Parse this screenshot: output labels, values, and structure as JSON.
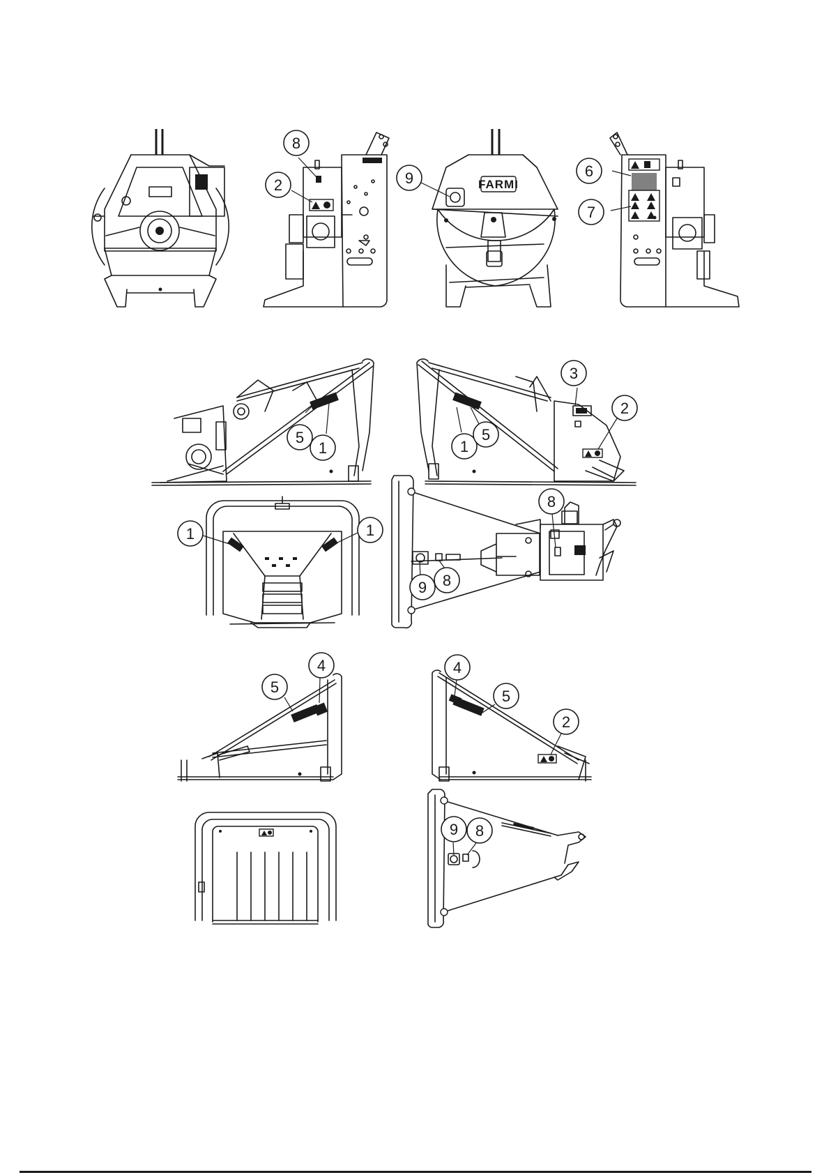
{
  "brand_mark": "FARMI",
  "callouts": {
    "v2_8": "8",
    "v2_2": "2",
    "v3_9": "9",
    "v4_6": "6",
    "v4_7": "7",
    "v5_5": "5",
    "v5_1": "1",
    "v6_1": "1",
    "v6_5": "5",
    "v6_3": "3",
    "v6_2": "2",
    "v7_1a": "1",
    "v7_1b": "1",
    "v8_8a": "8",
    "v8_9": "9",
    "v8_8b": "8",
    "v9_5": "5",
    "v9_4": "4",
    "v10_4": "4",
    "v10_5": "5",
    "v10_2": "2",
    "v12_9": "9",
    "v12_8": "8"
  }
}
